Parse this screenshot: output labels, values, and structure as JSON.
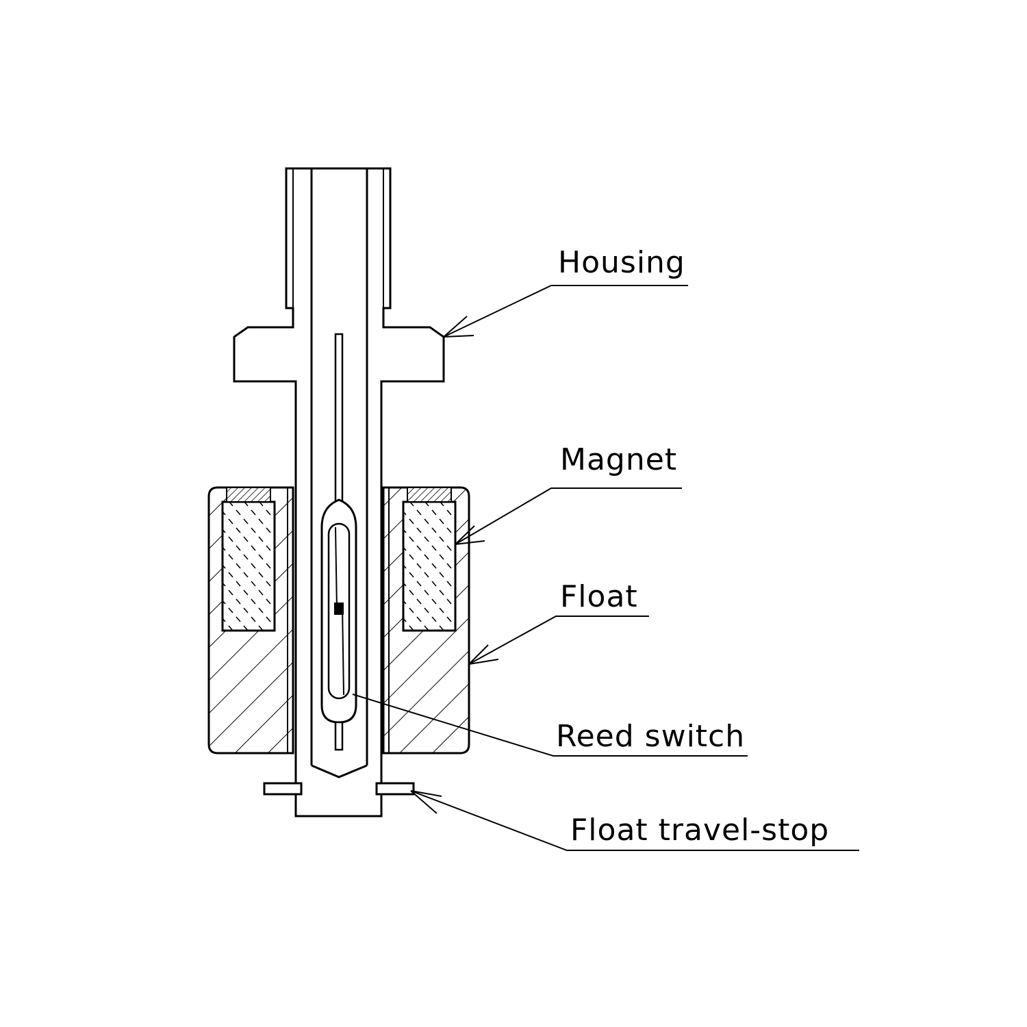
{
  "labels": {
    "housing": "Housing",
    "magnet": "Magnet",
    "float": "Float",
    "reed_switch": "Reed switch",
    "float_travel_stop": "Float travel-stop"
  },
  "colors": {
    "stroke": "#000000",
    "background": "#ffffff"
  }
}
